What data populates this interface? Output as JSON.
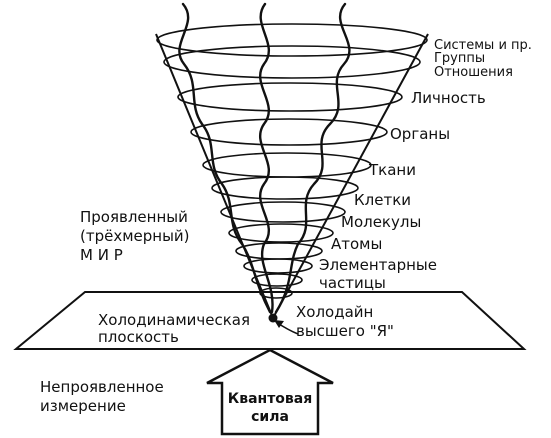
{
  "levels": {
    "systems": "Системы и пр.",
    "groups": "Группы",
    "relations": "Отношения",
    "personality": "Личность",
    "organs": "Органы",
    "tissues": "Ткани",
    "cells": "Клетки",
    "molecules": "Молекулы",
    "atoms": "Атомы",
    "elementary_1": "Элементарные",
    "elementary_2": "частицы"
  },
  "manifested_world": {
    "line1": "Проявленный",
    "line2": "(трёхмерный)",
    "line3": "М И Р"
  },
  "plane": {
    "line1": "Холодинамическая",
    "line2": "плоскость"
  },
  "higher_self": {
    "line1": "Холодайн",
    "line2": "высшего \"Я\""
  },
  "unmanifested": {
    "line1": "Непроявленное",
    "line2": "измерение"
  },
  "quantum_force": {
    "line1": "Квантовая",
    "line2": "сила"
  },
  "colors": {
    "ink": "#111111",
    "background": "#ffffff"
  }
}
